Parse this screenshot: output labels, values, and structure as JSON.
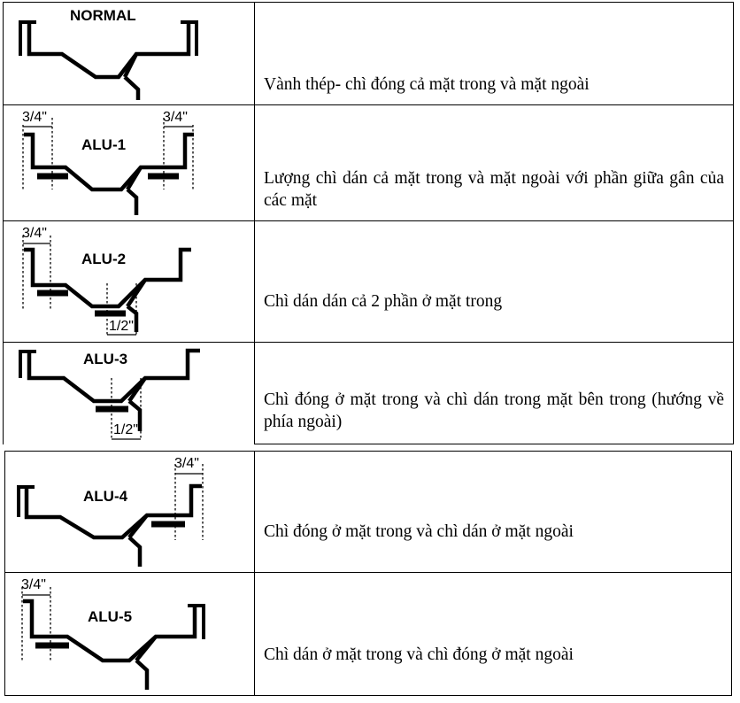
{
  "rows": [
    {
      "label": "NORMAL",
      "description": "Vành thép- chì đóng cả mặt trong và mặt ngoài"
    },
    {
      "label": "ALU-1",
      "dim": "3/4\"",
      "description": "Lượng chì dán cả mặt trong và mặt ngoài với phần giữa gân của các mặt"
    },
    {
      "label": "ALU-2",
      "dim": "3/4\"",
      "dim2": "1/2\"",
      "description": "Chì dán dán cả 2 phần ở mặt trong"
    },
    {
      "label": "ALU-3",
      "dim2": "1/2\"",
      "description": "Chì đóng ở mặt trong và chì dán trong mặt bên trong (hướng về phía ngoài)"
    },
    {
      "label": "ALU-4",
      "dim": "3/4\"",
      "description": "Chì đóng ở mặt trong và chì dán ở mặt ngoài"
    },
    {
      "label": "ALU-5",
      "dim": "3/4\"",
      "description": "Chì dán ở mặt trong và chì đóng ở mặt ngoài"
    }
  ]
}
